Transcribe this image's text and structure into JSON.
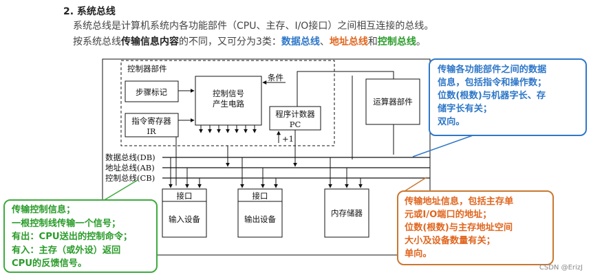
{
  "heading": "2. 系统总线",
  "paragraph1": "系统总线是计算机系统内各功能部件（CPU、主存、I/O接口）之间相互连接的总线。",
  "paragraph2": {
    "prefix": "按系统总线",
    "emphasis": "传输信息内容",
    "middle": "的不同，又可分为3类：",
    "data_bus": "数据总线",
    "sep1": "、",
    "address_bus": "地址总线",
    "and": "和",
    "control_bus": "控制总线",
    "end": "。"
  },
  "diagram": {
    "controller_group": "控制器部件",
    "step_marker": "步骤标记",
    "control_signal_gen": [
      "控制信号",
      "产生电路"
    ],
    "conditions": "条件",
    "instruction_register": [
      "指令寄存器",
      "IR"
    ],
    "program_counter": [
      "程序计数器",
      "PC"
    ],
    "plus_one": "+1",
    "alu": "运算器部件",
    "bus_labels": [
      "数据总线(DB)",
      "地址总线(AB)",
      "控制总线(CB)"
    ],
    "interface": "接口",
    "input_device": "输入设备",
    "output_device": "输出设备",
    "memory": "内存储器"
  },
  "callouts": {
    "data_bus": [
      "传输各功能部件之间的数据",
      "信息，包括指令和操作数；",
      "位数(根数)与机器字长、存",
      "储字长有关；",
      "双向。"
    ],
    "control_bus": [
      "传输控制信息；",
      "一根控制线传输一个信号；",
      "有出：CPU送出的控制命令；",
      "有入：主存（或外设）返回",
      "CPU的反馈信号。"
    ],
    "address_bus": [
      "传输地址信息，包括主存单",
      "元或I/O端口的地址；",
      "位数(根数)与主存地址空间",
      "大小及设备数量有关；",
      "单向。"
    ]
  },
  "colors": {
    "data_bus": "#2e77c8",
    "address_bus": "#e0661f",
    "control_bus": "#2a9c2a"
  },
  "watermark": "CSDN @ErizJ"
}
